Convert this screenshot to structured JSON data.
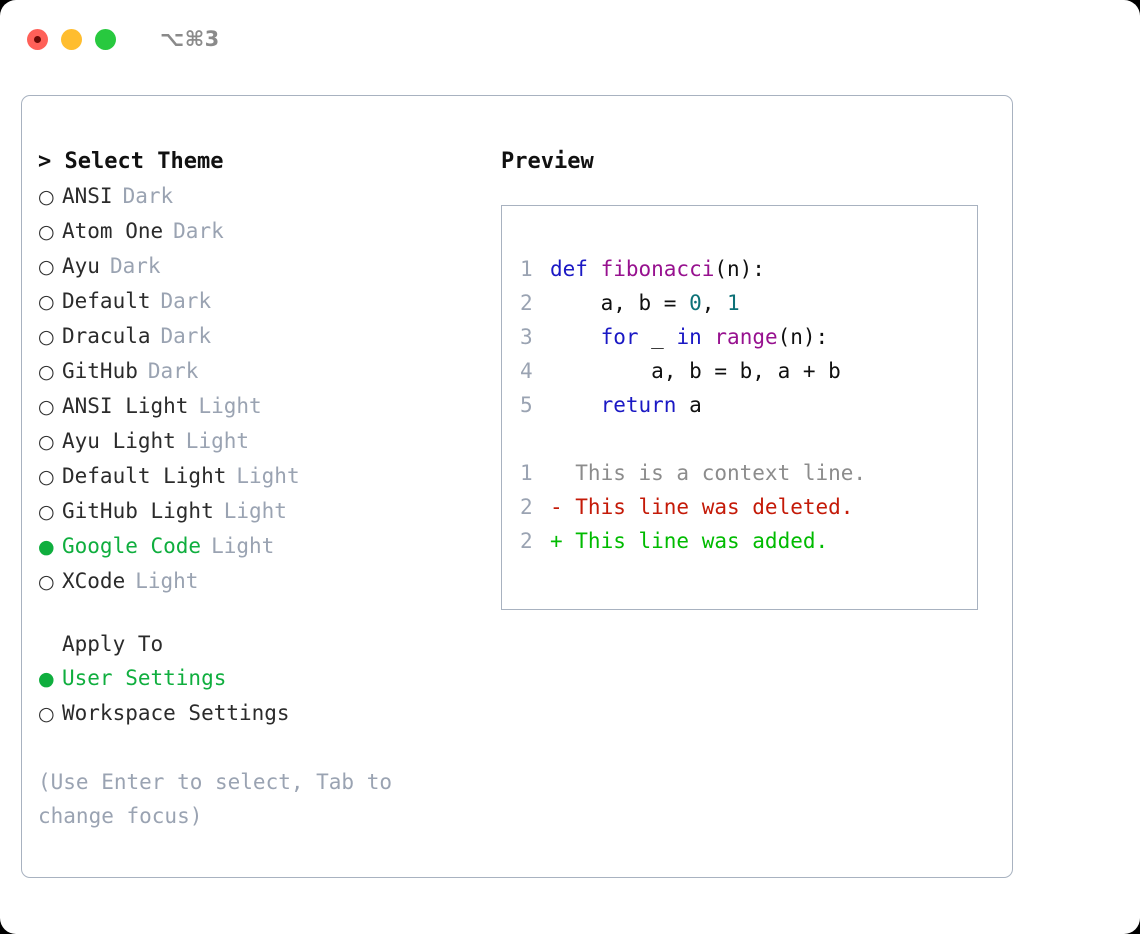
{
  "titlebar": {
    "shortcut": "⌥⌘3",
    "buttons": [
      {
        "name": "close",
        "color": "#ff6058"
      },
      {
        "name": "minimize",
        "color": "#ffbd2e"
      },
      {
        "name": "maximize",
        "color": "#28c93f"
      }
    ]
  },
  "theme_picker": {
    "caret": ">",
    "title": "Select Theme",
    "bullet_unselected": "○",
    "bullet_selected": "●",
    "items": [
      {
        "name": "ANSI",
        "kind": "Dark",
        "selected": false
      },
      {
        "name": "Atom One",
        "kind": "Dark",
        "selected": false
      },
      {
        "name": "Ayu",
        "kind": "Dark",
        "selected": false
      },
      {
        "name": "Default",
        "kind": "Dark",
        "selected": false
      },
      {
        "name": "Dracula",
        "kind": "Dark",
        "selected": false
      },
      {
        "name": "GitHub",
        "kind": "Dark",
        "selected": false
      },
      {
        "name": "ANSI Light",
        "kind": "Light",
        "selected": false
      },
      {
        "name": "Ayu Light",
        "kind": "Light",
        "selected": false
      },
      {
        "name": "Default Light",
        "kind": "Light",
        "selected": false
      },
      {
        "name": "GitHub Light",
        "kind": "Light",
        "selected": false
      },
      {
        "name": "Google Code",
        "kind": "Light",
        "selected": true
      },
      {
        "name": "XCode",
        "kind": "Light",
        "selected": false
      }
    ]
  },
  "apply_to": {
    "title": "Apply To",
    "items": [
      {
        "name": "User Settings",
        "selected": true
      },
      {
        "name": "Workspace Settings",
        "selected": false
      }
    ]
  },
  "hint": "(Use Enter to select, Tab to change focus)",
  "preview": {
    "title": "Preview",
    "code_lines": [
      {
        "num": "1",
        "tokens": [
          {
            "t": "def ",
            "c": "kw"
          },
          {
            "t": "fibonacci",
            "c": "fn"
          },
          {
            "t": "(n):",
            "c": "txt"
          }
        ]
      },
      {
        "num": "2",
        "tokens": [
          {
            "t": "    a, b = ",
            "c": "txt"
          },
          {
            "t": "0",
            "c": "num"
          },
          {
            "t": ", ",
            "c": "txt"
          },
          {
            "t": "1",
            "c": "num"
          }
        ]
      },
      {
        "num": "3",
        "tokens": [
          {
            "t": "    ",
            "c": "txt"
          },
          {
            "t": "for",
            "c": "kw"
          },
          {
            "t": " _ ",
            "c": "txt"
          },
          {
            "t": "in",
            "c": "kw"
          },
          {
            "t": " ",
            "c": "txt"
          },
          {
            "t": "range",
            "c": "fn"
          },
          {
            "t": "(n):",
            "c": "txt"
          }
        ]
      },
      {
        "num": "4",
        "tokens": [
          {
            "t": "        a, b = b, a + b",
            "c": "txt"
          }
        ]
      },
      {
        "num": "5",
        "tokens": [
          {
            "t": "    ",
            "c": "txt"
          },
          {
            "t": "return",
            "c": "kw"
          },
          {
            "t": " a",
            "c": "txt"
          }
        ]
      }
    ],
    "diff_lines": [
      {
        "num": "1",
        "text": "  This is a context line.",
        "kind": "ctx"
      },
      {
        "num": "2",
        "text": "- This line was deleted.",
        "kind": "del"
      },
      {
        "num": "2",
        "text": "+ This line was added.",
        "kind": "add"
      }
    ]
  },
  "colors": {
    "accent_green": "#0fae3e",
    "muted": "#9aa3b2",
    "keyword": "#1a18c4",
    "function": "#97118f",
    "number": "#0d7177",
    "diff_added": "#00bb00",
    "diff_deleted": "#c41a08",
    "diff_context": "#8c8c8c",
    "border": "#a8b2c0"
  }
}
